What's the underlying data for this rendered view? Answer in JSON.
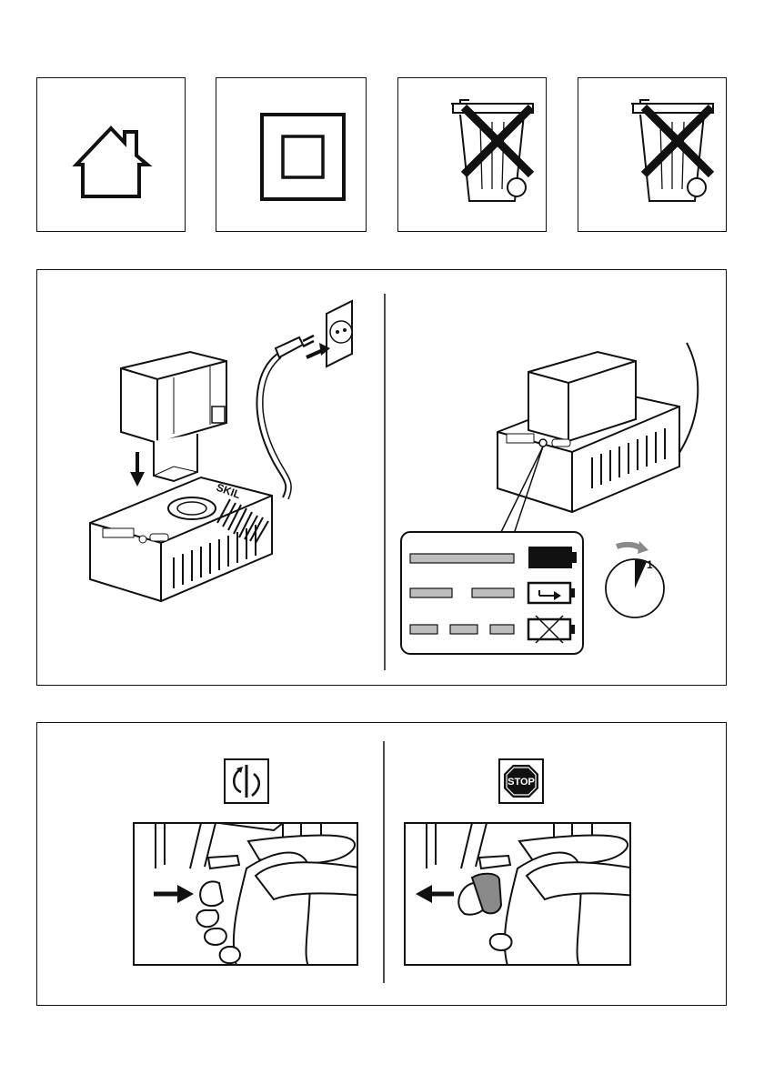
{
  "symbols": [
    {
      "name": "house-icon"
    },
    {
      "name": "double-insulation-icon"
    },
    {
      "name": "crossed-bin-icon"
    },
    {
      "name": "crossed-bin-icon"
    }
  ],
  "charger": {
    "brand": "SKIL",
    "timer_label": "1",
    "indicator_rows": [
      {
        "segments": 1,
        "battery_state": "full"
      },
      {
        "segments": 2,
        "battery_state": "charging"
      },
      {
        "segments": 3,
        "battery_state": "defective"
      }
    ]
  },
  "drill": {
    "stop_label": "STOP"
  },
  "colors": {
    "line": "#111111",
    "segment_fill": "#bdbdbd",
    "arrow_grey": "#8a8a8a"
  }
}
